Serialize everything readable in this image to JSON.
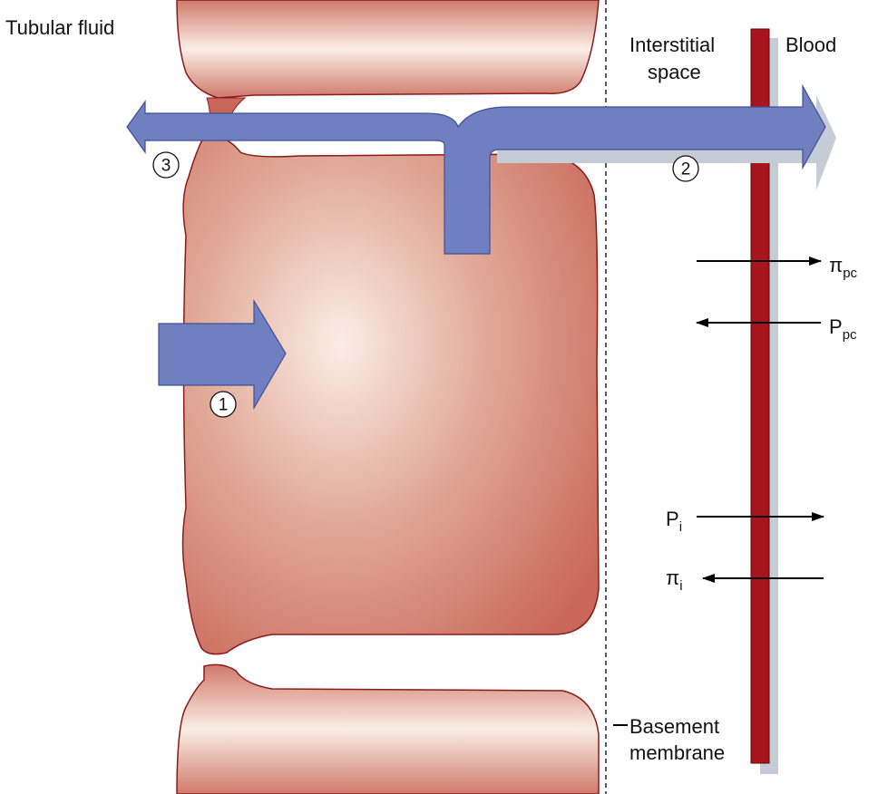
{
  "labels": {
    "tubular_fluid": "Tubular fluid",
    "interstitial_line1": "Interstitial",
    "interstitial_line2": "space",
    "blood": "Blood",
    "basement_line1": "Basement",
    "basement_line2": "membrane"
  },
  "pathways": {
    "one": "1",
    "two": "2",
    "three": "3"
  },
  "forces": [
    {
      "symbol": "π",
      "subscript": "pc",
      "direction": "into-blood"
    },
    {
      "symbol": "P",
      "subscript": "pc",
      "direction": "out-of-blood"
    },
    {
      "symbol": "P",
      "subscript": "i",
      "direction": "into-blood"
    },
    {
      "symbol": "π",
      "subscript": "i",
      "direction": "out-of-blood"
    }
  ],
  "colors": {
    "cell": "#d9988a",
    "cell_edge": "#8b1a1a",
    "flow_arrow": "#6f7fc0",
    "vessel": "#a8141c",
    "shadow": "#c5ccd6"
  }
}
